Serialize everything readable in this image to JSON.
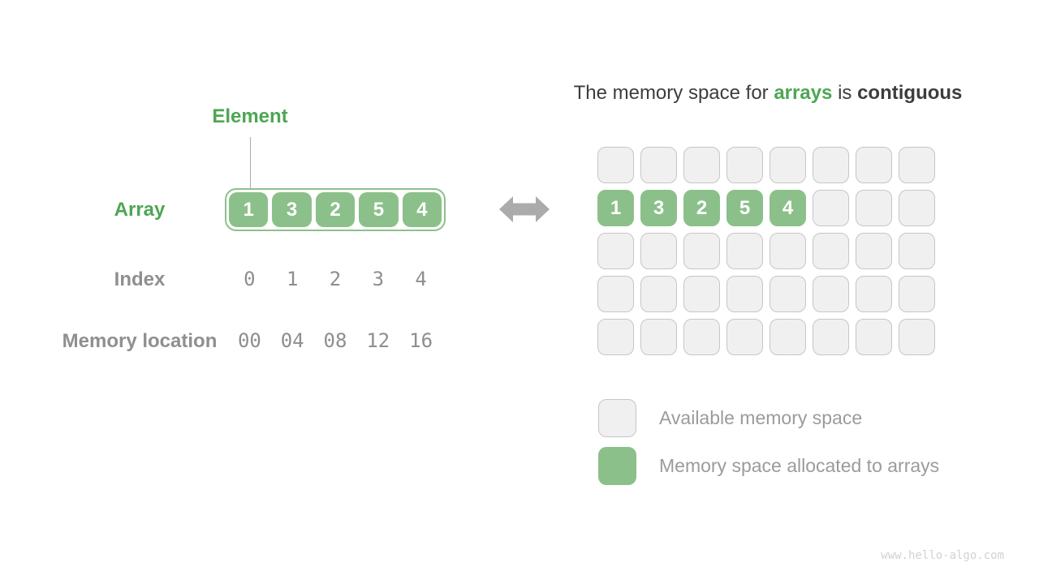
{
  "colors": {
    "green_fill": "#8CC08A",
    "green_text": "#4DA653",
    "gray_label": "#8F8F8F",
    "gray_value": "#8E8E8E",
    "gray_legend": "#9B9B9B",
    "dark_text": "#3D3D3D",
    "cell_fill": "#F0F0F0",
    "cell_border": "#C6C6C6",
    "arrow_gray": "#ABABAB",
    "watermark": "#D2D2D2"
  },
  "left_panel": {
    "element_label": "Element",
    "array_label": "Array",
    "array_values": [
      "1",
      "3",
      "2",
      "5",
      "4"
    ],
    "index_label": "Index",
    "index_values": [
      "0",
      "1",
      "2",
      "3",
      "4"
    ],
    "memory_location_label": "Memory location",
    "memory_location_values": [
      "00",
      "04",
      "08",
      "12",
      "16"
    ]
  },
  "right_panel": {
    "title": {
      "prefix": "The memory space for ",
      "highlight": "arrays",
      "middle": " is ",
      "emphasis": "contiguous"
    },
    "memory_grid": {
      "rows": 5,
      "cols": 8,
      "allocated_row": 1,
      "allocated_values": [
        "1",
        "3",
        "2",
        "5",
        "4"
      ]
    },
    "legend": {
      "available_label": "Available memory space",
      "allocated_label": "Memory space allocated to arrays"
    }
  },
  "watermark": "www.hello-algo.com"
}
